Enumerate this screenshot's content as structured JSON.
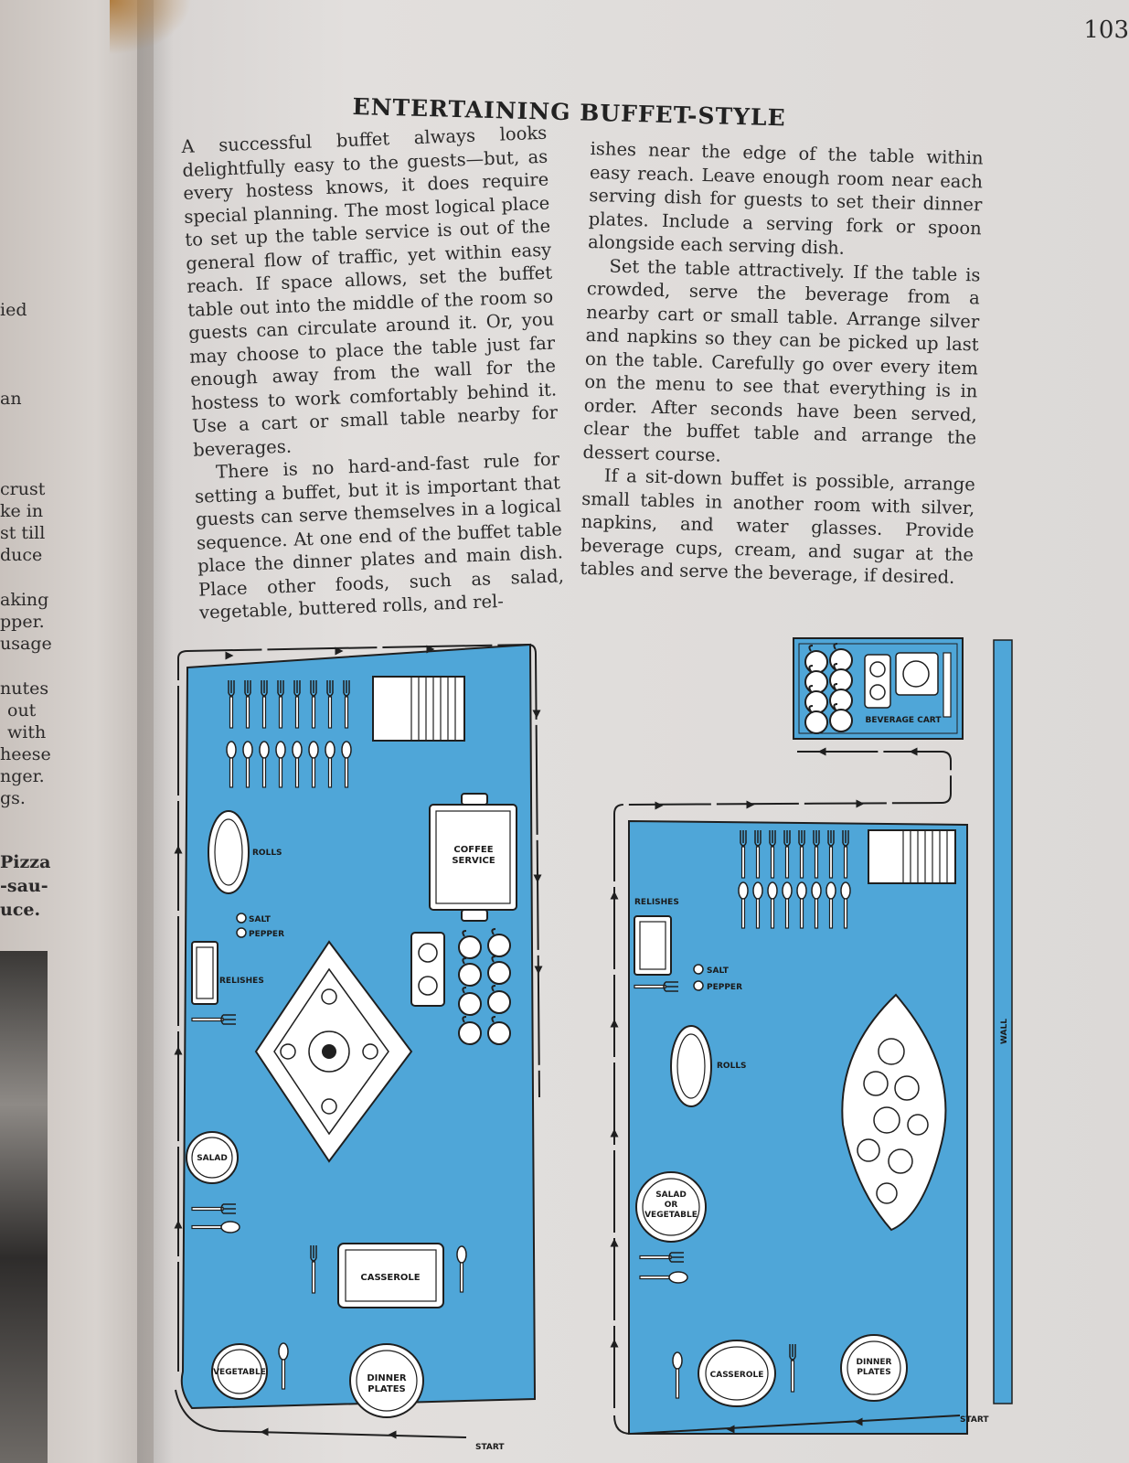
{
  "page": {
    "number": "103",
    "title": "ENTERTAINING BUFFET-STYLE"
  },
  "column_left": {
    "paragraphs": [
      "A successful buffet always looks delightfully easy to the guests—but, as every hostess knows, it does require special planning. The most logical place to set up the table service is out of the general flow of traffic, yet within easy reach. If space allows, set the buffet table out into the middle of the room so guests can circulate around it. Or, you may choose to place the table just far enough away from the wall for the hostess to work comfortably behind it. Use a cart or small table nearby for beverages.",
      "There is no hard-and-fast rule for setting a buffet, but it is important that guests can serve themselves in a logical sequence. At one end of the buffet table place the dinner plates and main dish. Place other foods, such as salad, vegetable, buttered rolls, and rel-"
    ]
  },
  "column_right": {
    "paragraphs": [
      "ishes near the edge of the table within easy reach. Leave enough room near each serving dish for guests to set their dinner plates. Include a serving fork or spoon alongside each serving dish.",
      "Set the table attractively. If the table is crowded, serve the beverage from a nearby cart or small table. Arrange silver and napkins so they can be picked up last on the table. Carefully go over every item on the menu to see that everything is in order. After seconds have been served, clear the buffet table and arrange the dessert course.",
      "If a sit-down buffet is possible, arrange small tables in another room with silver, napkins, and water glasses. Provide beverage cups, cream, and sugar at the tables and serve the beverage, if desired."
    ]
  },
  "left_page_fragments": [
    "ied",
    "an",
    "crust",
    "ke in",
    "st till",
    "duce",
    "aking",
    "pper.",
    "usage",
    "nutes",
    "out",
    "with",
    "heese",
    "nger.",
    "gs.",
    "Pizza",
    "-sau-",
    "uce."
  ],
  "diagram_left": {
    "rolls": "ROLLS",
    "salt": "SALT",
    "pepper": "PEPPER",
    "relishes": "RELISHES",
    "coffee_1": "COFFEE",
    "coffee_2": "SERVICE",
    "salad": "SALAD",
    "casserole": "CASSEROLE",
    "vegetable": "VEGETABLE",
    "dinner_1": "DINNER",
    "dinner_2": "PLATES",
    "start": "START"
  },
  "diagram_right": {
    "beverage_cart": "BEVERAGE CART",
    "relishes": "RELISHES",
    "salt": "SALT",
    "pepper": "PEPPER",
    "rolls": "ROLLS",
    "salad_1": "SALAD",
    "salad_2": "OR",
    "salad_3": "VEGETABLE",
    "casserole": "CASSEROLE",
    "dinner_1": "DINNER",
    "dinner_2": "PLATES",
    "wall": "WALL",
    "start": "START"
  },
  "colors": {
    "table_blue": "#4fa6d8",
    "ink": "#1f1f1f",
    "page": "#dedad8"
  }
}
